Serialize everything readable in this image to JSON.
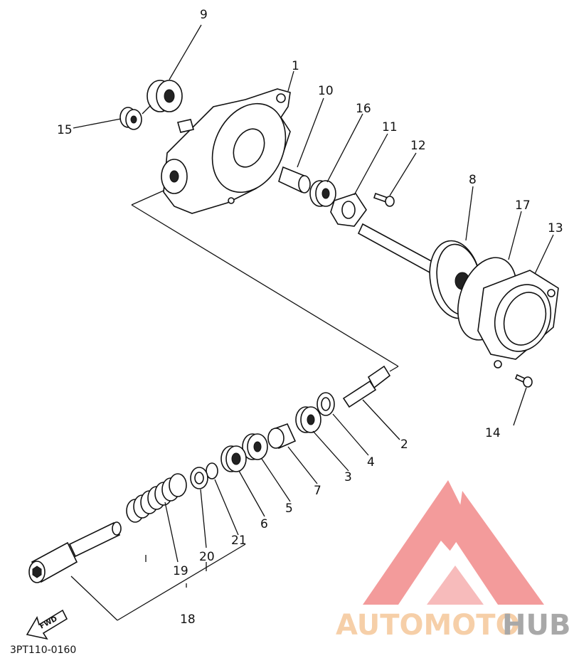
{
  "diagram": {
    "reference_code": "3PT110-0160",
    "fwd_label": "FWD",
    "callouts": [
      "1",
      "2",
      "3",
      "4",
      "5",
      "6",
      "7",
      "8",
      "9",
      "10",
      "11",
      "12",
      "13",
      "14",
      "15",
      "16",
      "17",
      "18",
      "19",
      "20",
      "21"
    ]
  },
  "watermark": {
    "brand_part1": "AUTOMOTO",
    "brand_part2": "HUB",
    "colors": {
      "accent": "#f28a8a",
      "gold": "#f5c79a",
      "gray": "#9a9a9a"
    }
  }
}
